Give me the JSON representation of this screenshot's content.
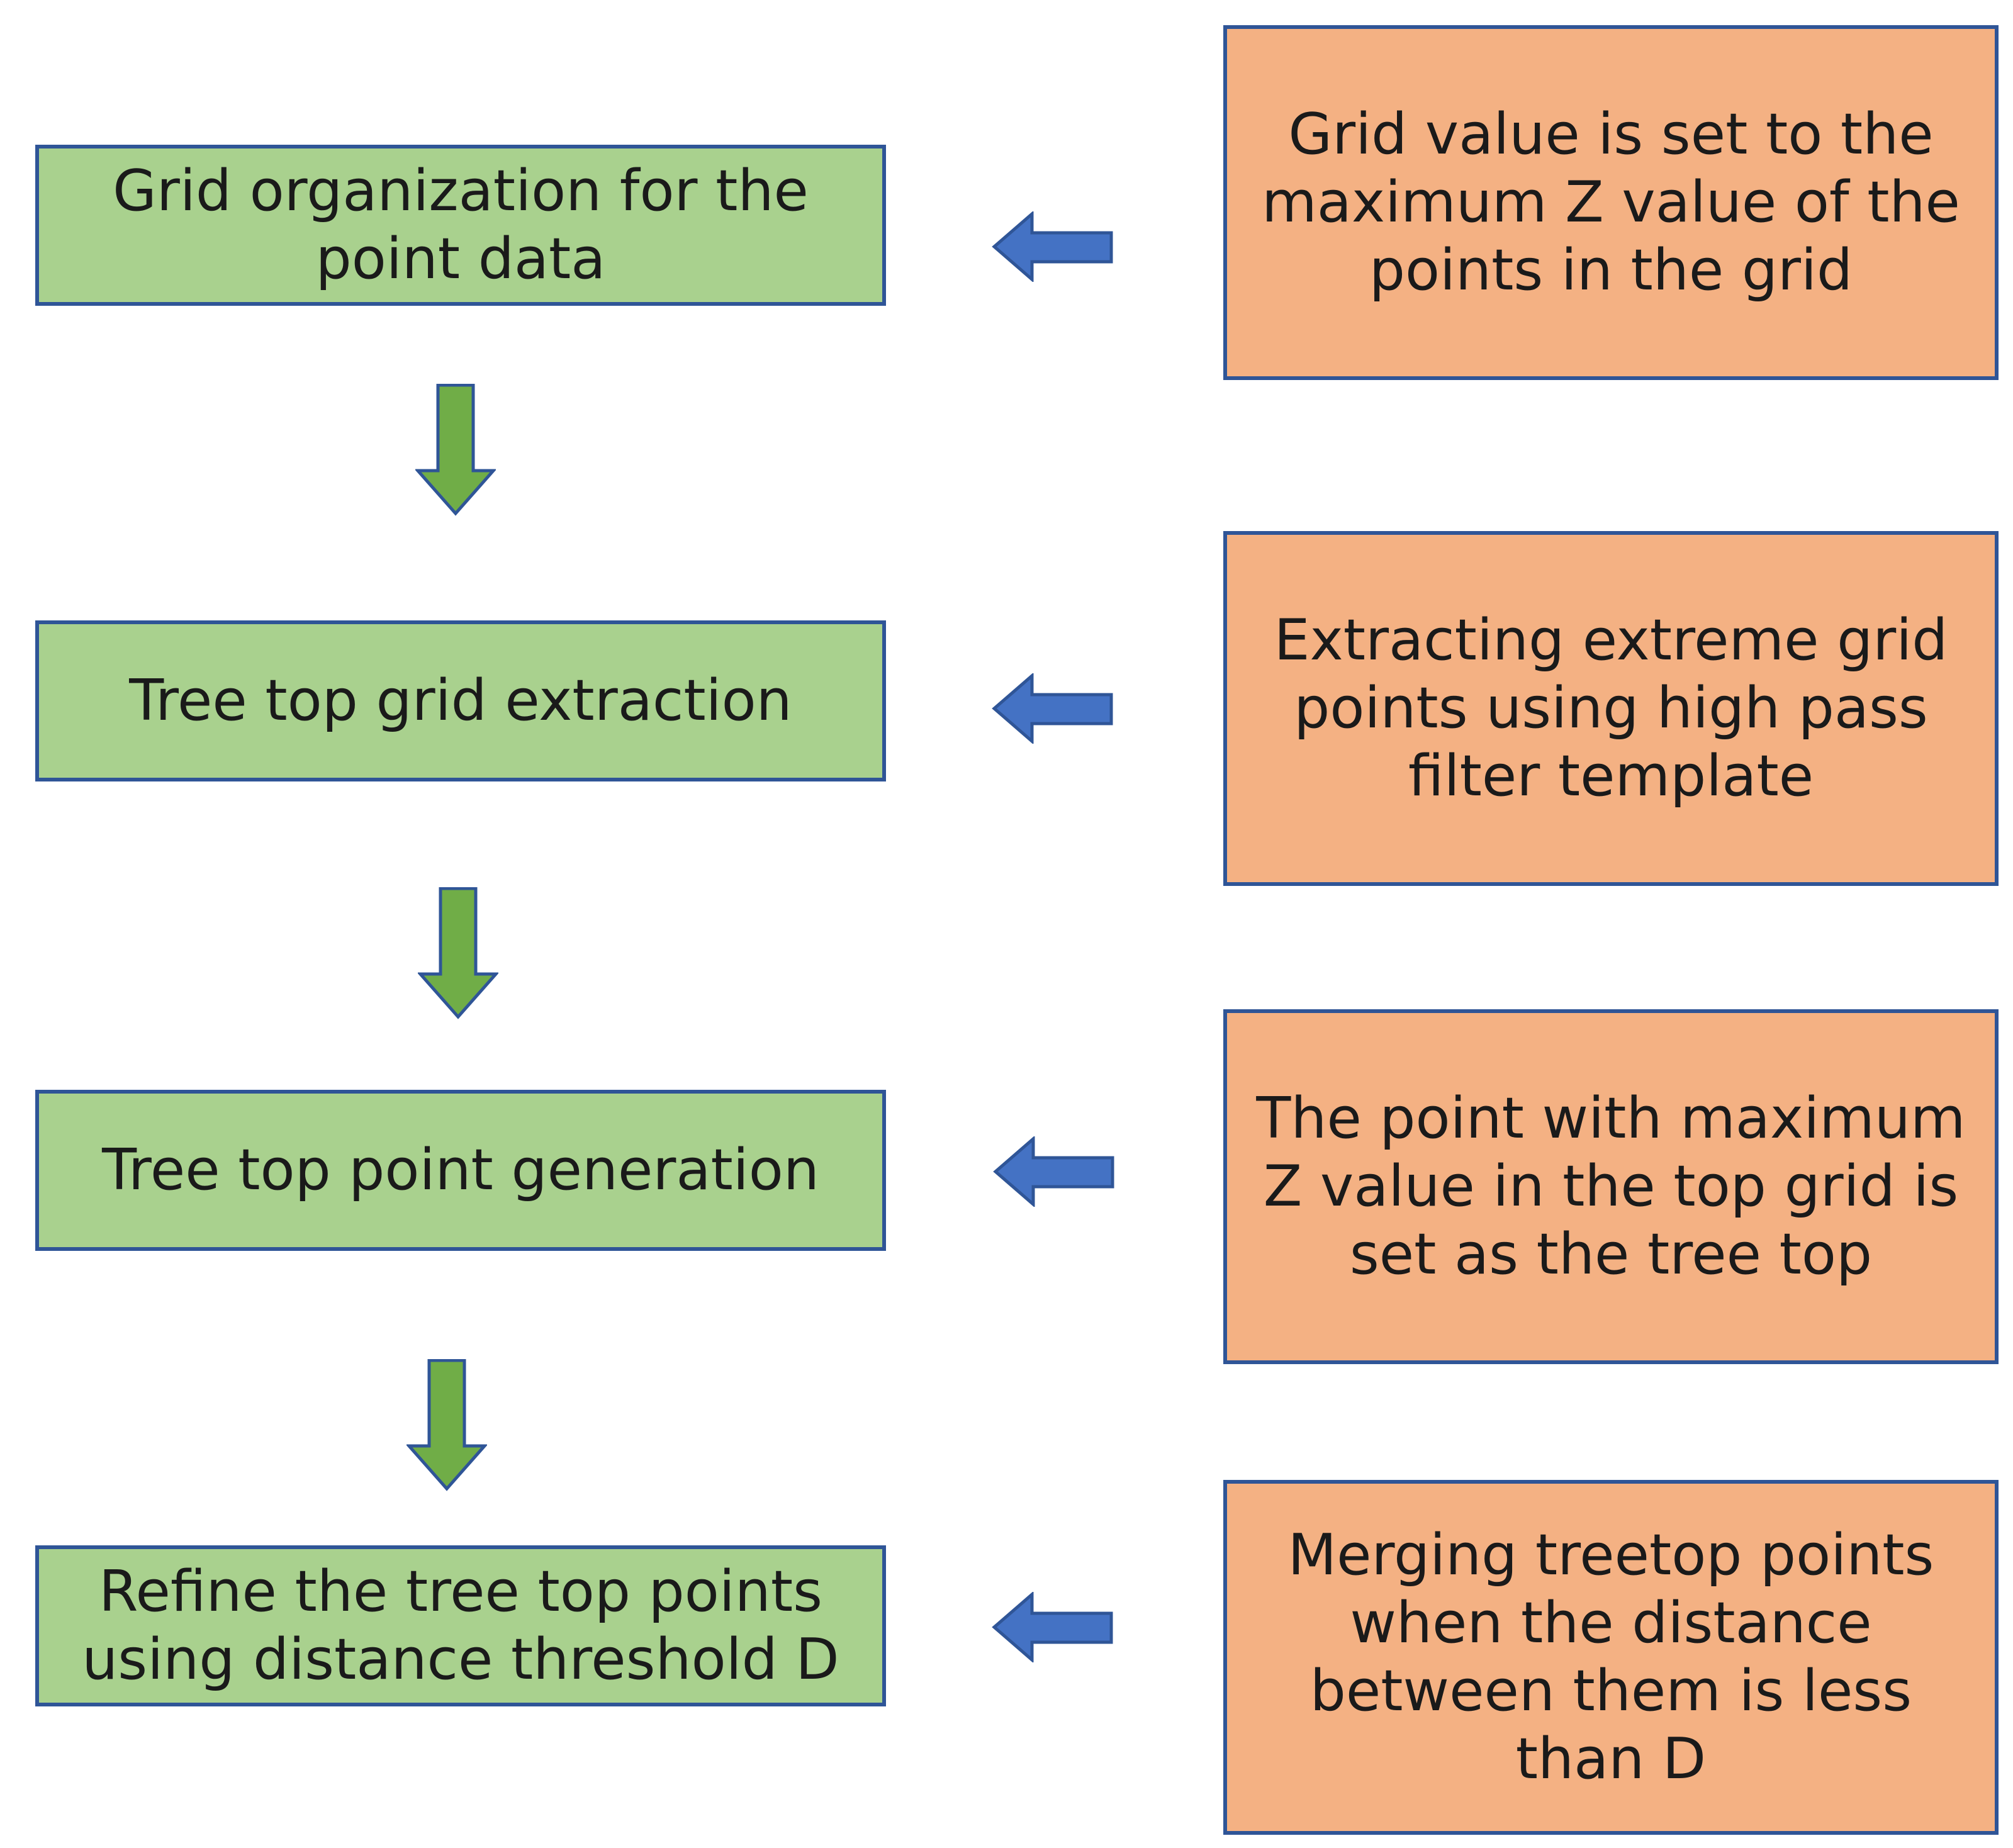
{
  "colors": {
    "step_fill": "#a9d18e",
    "note_fill": "#f4b183",
    "border": "#2f5597",
    "down_arrow": "#70ad47",
    "left_arrow": "#4472c4"
  },
  "steps": [
    {
      "label": "Grid organization for the\npoint data"
    },
    {
      "label": "Tree top grid extraction"
    },
    {
      "label": "Tree top point generation"
    },
    {
      "label": "Refine the tree top points\nusing distance threshold D"
    }
  ],
  "notes": [
    {
      "label": "Grid value is set to the\nmaximum Z value of the\npoints in the grid"
    },
    {
      "label": "Extracting extreme grid\npoints using high pass\nfilter template"
    },
    {
      "label": "The point with maximum\nZ value in the top grid is\nset as the tree top"
    },
    {
      "label": "Merging treetop points\nwhen the distance\nbetween them is less\nthan D"
    }
  ]
}
